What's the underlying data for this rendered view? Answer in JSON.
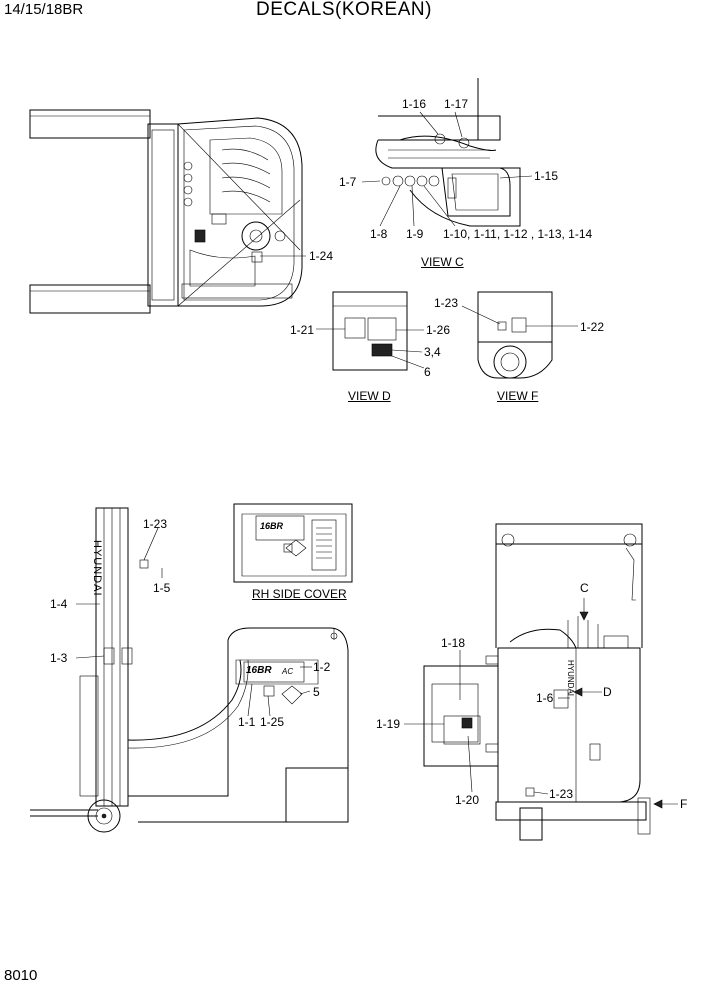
{
  "header": {
    "model": "14/15/18BR",
    "title": "DECALS(KOREAN)"
  },
  "footer": {
    "page_number": "8010"
  },
  "views": {
    "view_c": "VIEW C",
    "view_d": "VIEW D",
    "view_f": "VIEW F",
    "rh_side_cover": "RH SIDE COVER"
  },
  "callouts": {
    "c1_16": "1-16",
    "c1_17": "1-17",
    "c1_7": "1-7",
    "c1_15": "1-15",
    "c1_8": "1-8",
    "c1_9": "1-9",
    "c1_10_14": "1-10, 1-11, 1-12 , 1-13, 1-14",
    "c1_24": "1-24",
    "c1_23_d": "1-23",
    "c1_22": "1-22",
    "c1_21": "1-21",
    "c1_26": "1-26",
    "c3_4": "3,4",
    "c6": "6",
    "c1_23_side": "1-23",
    "c1_5": "1-5",
    "c1_4": "1-4",
    "c1_3": "1-3",
    "c1_2": "1-2",
    "c5": "5",
    "c1_1": "1-1",
    "c1_25": "1-25",
    "c_view": "C",
    "c1_18": "1-18",
    "c1_6": "1-6",
    "d_view": "D",
    "c1_19": "1-19",
    "c1_20": "1-20",
    "c1_23_rear": "1-23",
    "f_view": "F"
  },
  "decal_text": {
    "mast_brand": "HYUNDAI",
    "rear_brand": "HYUNDAI",
    "model_badge": "16BR",
    "model_badge_ac": "AC"
  }
}
